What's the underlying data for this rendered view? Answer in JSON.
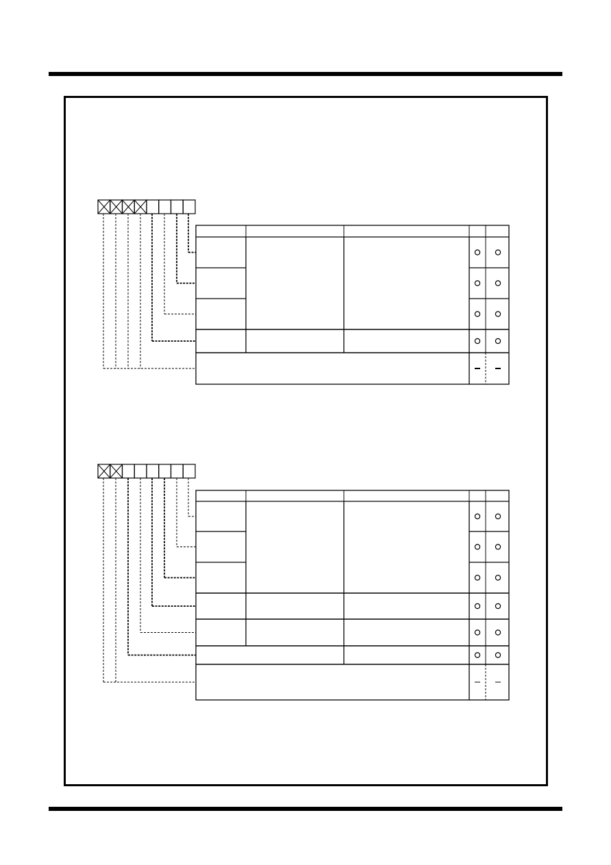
{
  "document": {
    "register_diagrams": [
      {
        "bit_cells": 8,
        "reserved_bits": 4,
        "rows": [
          {
            "sym": "circle",
            "group": "A"
          },
          {
            "sym": "circle",
            "group": "A"
          },
          {
            "sym": "circle",
            "group": "A"
          },
          {
            "sym": "circle",
            "group": "B"
          },
          {
            "sym": "dash",
            "group": "C"
          }
        ]
      },
      {
        "bit_cells": 8,
        "reserved_bits": 2,
        "rows": [
          {
            "sym": "circle",
            "group": "A"
          },
          {
            "sym": "circle",
            "group": "A"
          },
          {
            "sym": "circle",
            "group": "A"
          },
          {
            "sym": "circle",
            "group": "B"
          },
          {
            "sym": "circle",
            "group": "B"
          },
          {
            "sym": "circle",
            "group": "D"
          },
          {
            "sym": "dash",
            "group": "C"
          }
        ]
      }
    ],
    "colors": {
      "line": "#000000",
      "background": "#ffffff"
    }
  }
}
